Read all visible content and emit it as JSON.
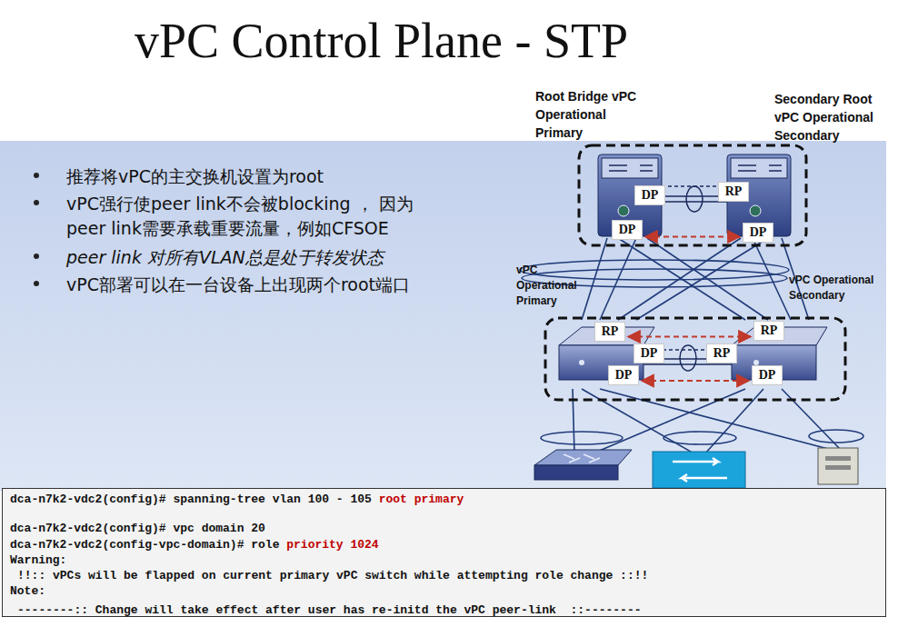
{
  "diagram": {
    "title": "vPC Control Plane - STP",
    "nodes": [
      {
        "text": [
          "DP"
        ]
      },
      {
        "text": [
          "RP"
        ]
      },
      {
        "text": [
          "DP"
        ]
      },
      {
        "text": [
          "DP"
        ]
      },
      {
        "text": [
          "RP"
        ]
      },
      {
        "text": [
          "RP"
        ]
      },
      {
        "text": [
          "DP"
        ]
      },
      {
        "text": [
          "RP"
        ]
      },
      {
        "text": [
          "DP"
        ]
      },
      {
        "text": [
          "DP"
        ]
      },
      {
        "text": [
          "dca-n7k2-vdc2(config)# spanning-tree vlan 100 - 105",
          "root primary",
          "dca-n7k2-vdc2(config)# vpc domain 20",
          "dca-n7k2-vdc2(config-vpc-domain)# role",
          "priority 1024",
          "Warning:",
          "!!:: vPCs will be flapped on current primary vPC switch while attempting role change ::!!",
          "Note:",
          "--------:: Change will take effect after user has re-initd the vPC peer-link  ::--------"
        ]
      }
    ],
    "edges": [
      {
        "from": 2,
        "to": 3,
        "arrow": "both"
      },
      {
        "from": 4,
        "to": 5,
        "arrow": "both"
      },
      {
        "from": 8,
        "to": 9,
        "arrow": "both"
      }
    ],
    "labels": [
      "推荐将vPC的主交换机设置为root",
      "vPC强行使peer link不会被blocking ， 因为 peer link需要承载重要流量，例如CFSOE",
      "peer link 对所有VLAN总是处于转发状态",
      "vPC部署可以在一台设备上出现两个root端口",
      "Root Bridge vPC Operational Primary",
      "Secondary Root vPC Operational Secondary",
      "vPC Operational Primary",
      "vPC Operational Secondary"
    ]
  }
}
